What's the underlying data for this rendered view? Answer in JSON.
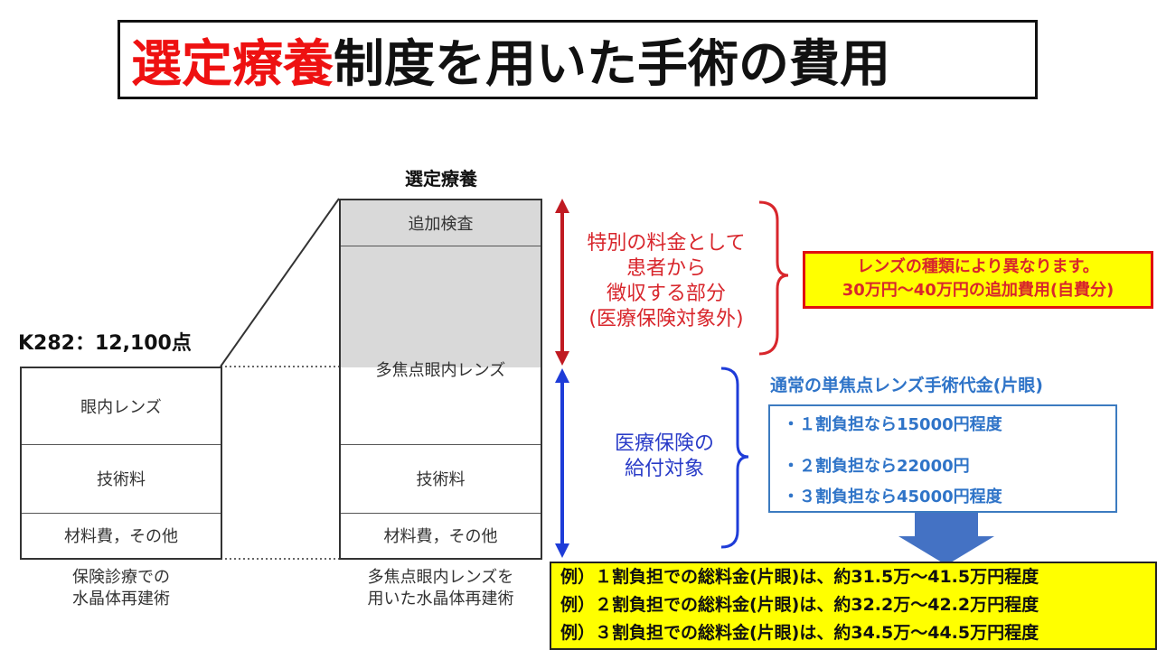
{
  "title": {
    "highlight": "選定療養",
    "rest": "制度を用いた手術の費用"
  },
  "left_column": {
    "header": "K282：12,100点",
    "rows": [
      "眼内レンズ",
      "技術料",
      "材料費，その他"
    ],
    "caption": [
      "保険診療での",
      "水晶体再建術"
    ]
  },
  "right_column": {
    "header": "選定療養",
    "rows": [
      "追加検査",
      "多焦点眼内レンズ",
      "技術料",
      "材料費，その他"
    ],
    "caption": [
      "多焦点眼内レンズを",
      "用いた水晶体再建術"
    ]
  },
  "special_fee": {
    "lines": [
      "特別の料金として",
      "患者から",
      "徴収する部分",
      "(医療保険対象外)"
    ],
    "color": "#d8262c"
  },
  "insurance": {
    "lines": [
      "医療保険の",
      "給付対象"
    ],
    "color": "#2a3cc8"
  },
  "lens_note": {
    "lines": [
      "レンズの種類により異なります。",
      "30万円〜40万円の追加費用(自費分)"
    ]
  },
  "single_focus": {
    "title": "通常の単焦点レンズ手術代金(片眼)",
    "items": [
      "・１割負担なら15000円程度",
      "・２割負担なら22000円",
      "・３割負担なら45000円程度"
    ]
  },
  "examples": [
    "例）１割負担での総料金(片眼)は、約31.5万〜41.5万円程度",
    "例）２割負担での総料金(片眼)は、約32.2万〜42.2万円程度",
    "例）３割負担での総料金(片眼)は、約34.5万〜44.5万円程度"
  ]
}
